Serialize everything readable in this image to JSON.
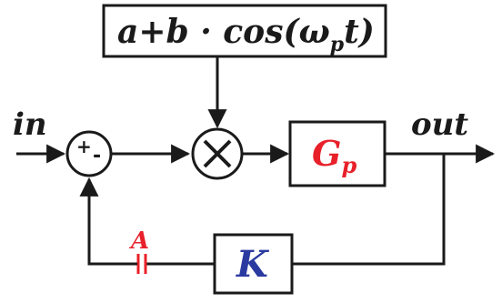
{
  "diagram": {
    "modulation_block": {
      "text_main": "a+b · cos(ω",
      "text_sub": "p",
      "text_tail": "t)"
    },
    "input_label": "in",
    "output_label": "out",
    "summing_junction": {
      "plus": "+",
      "minus": "-"
    },
    "multiplier_symbol": "×",
    "plant_block": {
      "text_main": "G",
      "text_sub": "p",
      "color": "#e8202a"
    },
    "controller_block": {
      "text": "K",
      "color": "#2b3aa0"
    },
    "coupling_label": {
      "text": "A",
      "color": "#e8202a"
    },
    "line_color": "#1a1a1a"
  }
}
